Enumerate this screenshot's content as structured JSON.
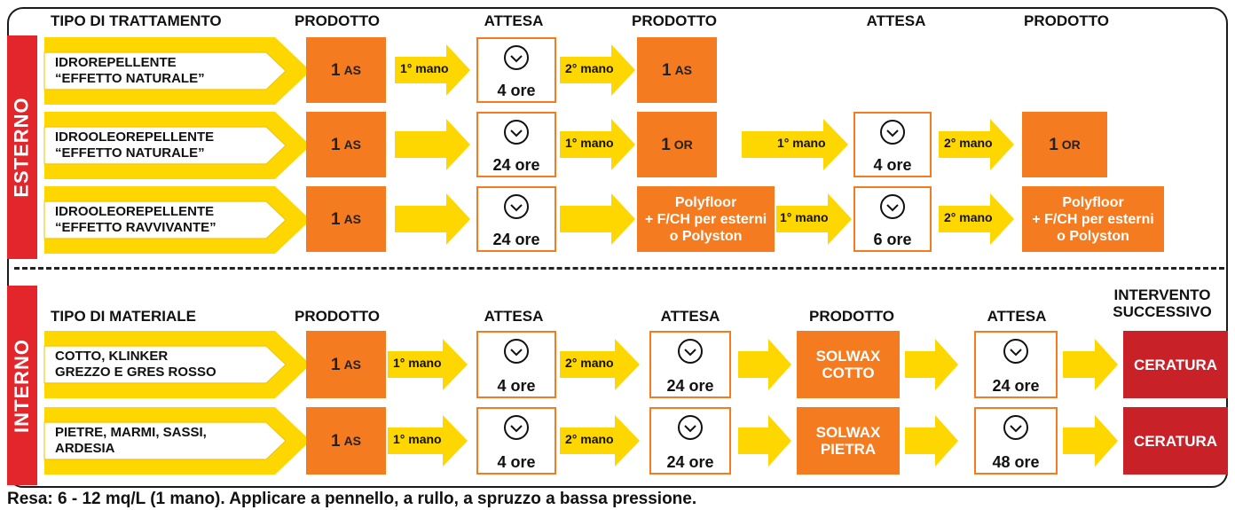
{
  "side_labels": {
    "esterno": "ESTERNO",
    "interno": "INTERNO"
  },
  "esterno": {
    "headers": {
      "tipo": "TIPO DI TRATTAMENTO",
      "prodotto1": "PRODOTTO",
      "attesa1": "ATTESA",
      "prodotto2": "PRODOTTO",
      "attesa2": "ATTESA",
      "prodotto3": "PRODOTTO"
    },
    "rows": [
      {
        "line1": "IDROREPELLENTE",
        "line2": "“EFFETTO NATURALE”"
      },
      {
        "line1": "IDROOLEOREPELLENTE",
        "line2": "“EFFETTO NATURALE”"
      },
      {
        "line1": "IDROOLEOREPELLENTE",
        "line2": "“EFFETTO RAVVIVANTE”"
      }
    ]
  },
  "interno": {
    "headers": {
      "tipo": "TIPO DI MATERIALE",
      "prodotto1": "PRODOTTO",
      "attesa1": "ATTESA",
      "attesa2": "ATTESA",
      "prodotto2": "PRODOTTO",
      "attesa3": "ATTESA",
      "intervento1": "INTERVENTO",
      "intervento2": "SUCCESSIVO"
    },
    "rows": [
      {
        "line1": "COTTO, KLINKER",
        "line2": "GREZZO E GRES ROSSO"
      },
      {
        "line1": "PIETRE, MARMI, SASSI,",
        "line2": "ARDESIA"
      }
    ]
  },
  "products": {
    "one": "1",
    "as": "AS",
    "or": "OR",
    "polyfloor_1": "Polyfloor",
    "polyfloor_2": "+ F/CH per esterni",
    "polyfloor_3": "o Polyston",
    "solwax": "SOLWAX",
    "cotto": "COTTO",
    "pietra": "PIETRA",
    "ceratura": "CERATURA"
  },
  "waits": {
    "h4": "4 ore",
    "h6": "6 ore",
    "h24": "24 ore",
    "h48": "48 ore"
  },
  "coats": {
    "first": "1° mano",
    "second": "2° mano"
  },
  "footer": "Resa: 6 - 12 mq/L (1 mano). Applicare a pennello, a rullo, a spruzzo a bassa pressione.",
  "colors": {
    "orange": "#f47b20",
    "yellow": "#ffd700",
    "red": "#e3262b",
    "dark_red": "#c82128"
  }
}
